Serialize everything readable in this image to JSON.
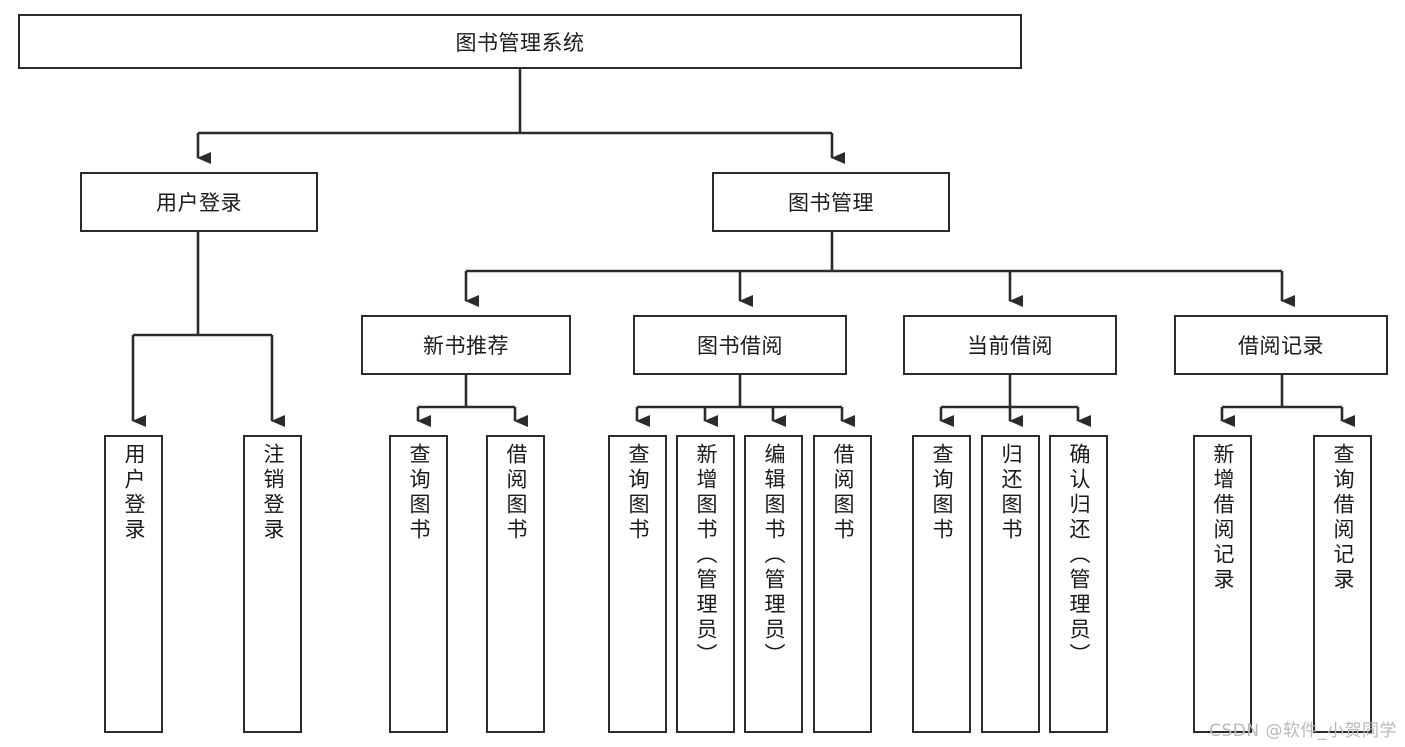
{
  "diagram": {
    "type": "tree-hierarchy",
    "title": "图书管理系统",
    "watermark": "CSDN @软件_小贺同学",
    "colors": {
      "box_border": "#2b2b2b",
      "box_fill": "#ffffff",
      "connector": "#2b2b2b",
      "text": "#1a1a1a",
      "watermark": "#b9b9b9",
      "background": "#ffffff"
    },
    "root": {
      "label": "图书管理系统"
    },
    "level2": [
      {
        "label": "用户登录"
      },
      {
        "label": "图书管理"
      }
    ],
    "level3": [
      {
        "label": "新书推荐"
      },
      {
        "label": "图书借阅"
      },
      {
        "label": "当前借阅"
      },
      {
        "label": "借阅记录"
      }
    ],
    "leaves": {
      "user_login": [
        {
          "label": "用户登录"
        },
        {
          "label": "注销登录"
        }
      ],
      "new_book_recommend": [
        {
          "label": "查询图书"
        },
        {
          "label": "借阅图书"
        }
      ],
      "book_borrow": [
        {
          "label": "查询图书"
        },
        {
          "label": "新增图书（管理员）"
        },
        {
          "label": "编辑图书（管理员）"
        },
        {
          "label": "借阅图书"
        }
      ],
      "current_borrow": [
        {
          "label": "查询图书"
        },
        {
          "label": "归还图书"
        },
        {
          "label": "确认归还（管理员）"
        }
      ],
      "borrow_record": [
        {
          "label": "新增借阅记录"
        },
        {
          "label": "查询借阅记录"
        }
      ]
    }
  }
}
